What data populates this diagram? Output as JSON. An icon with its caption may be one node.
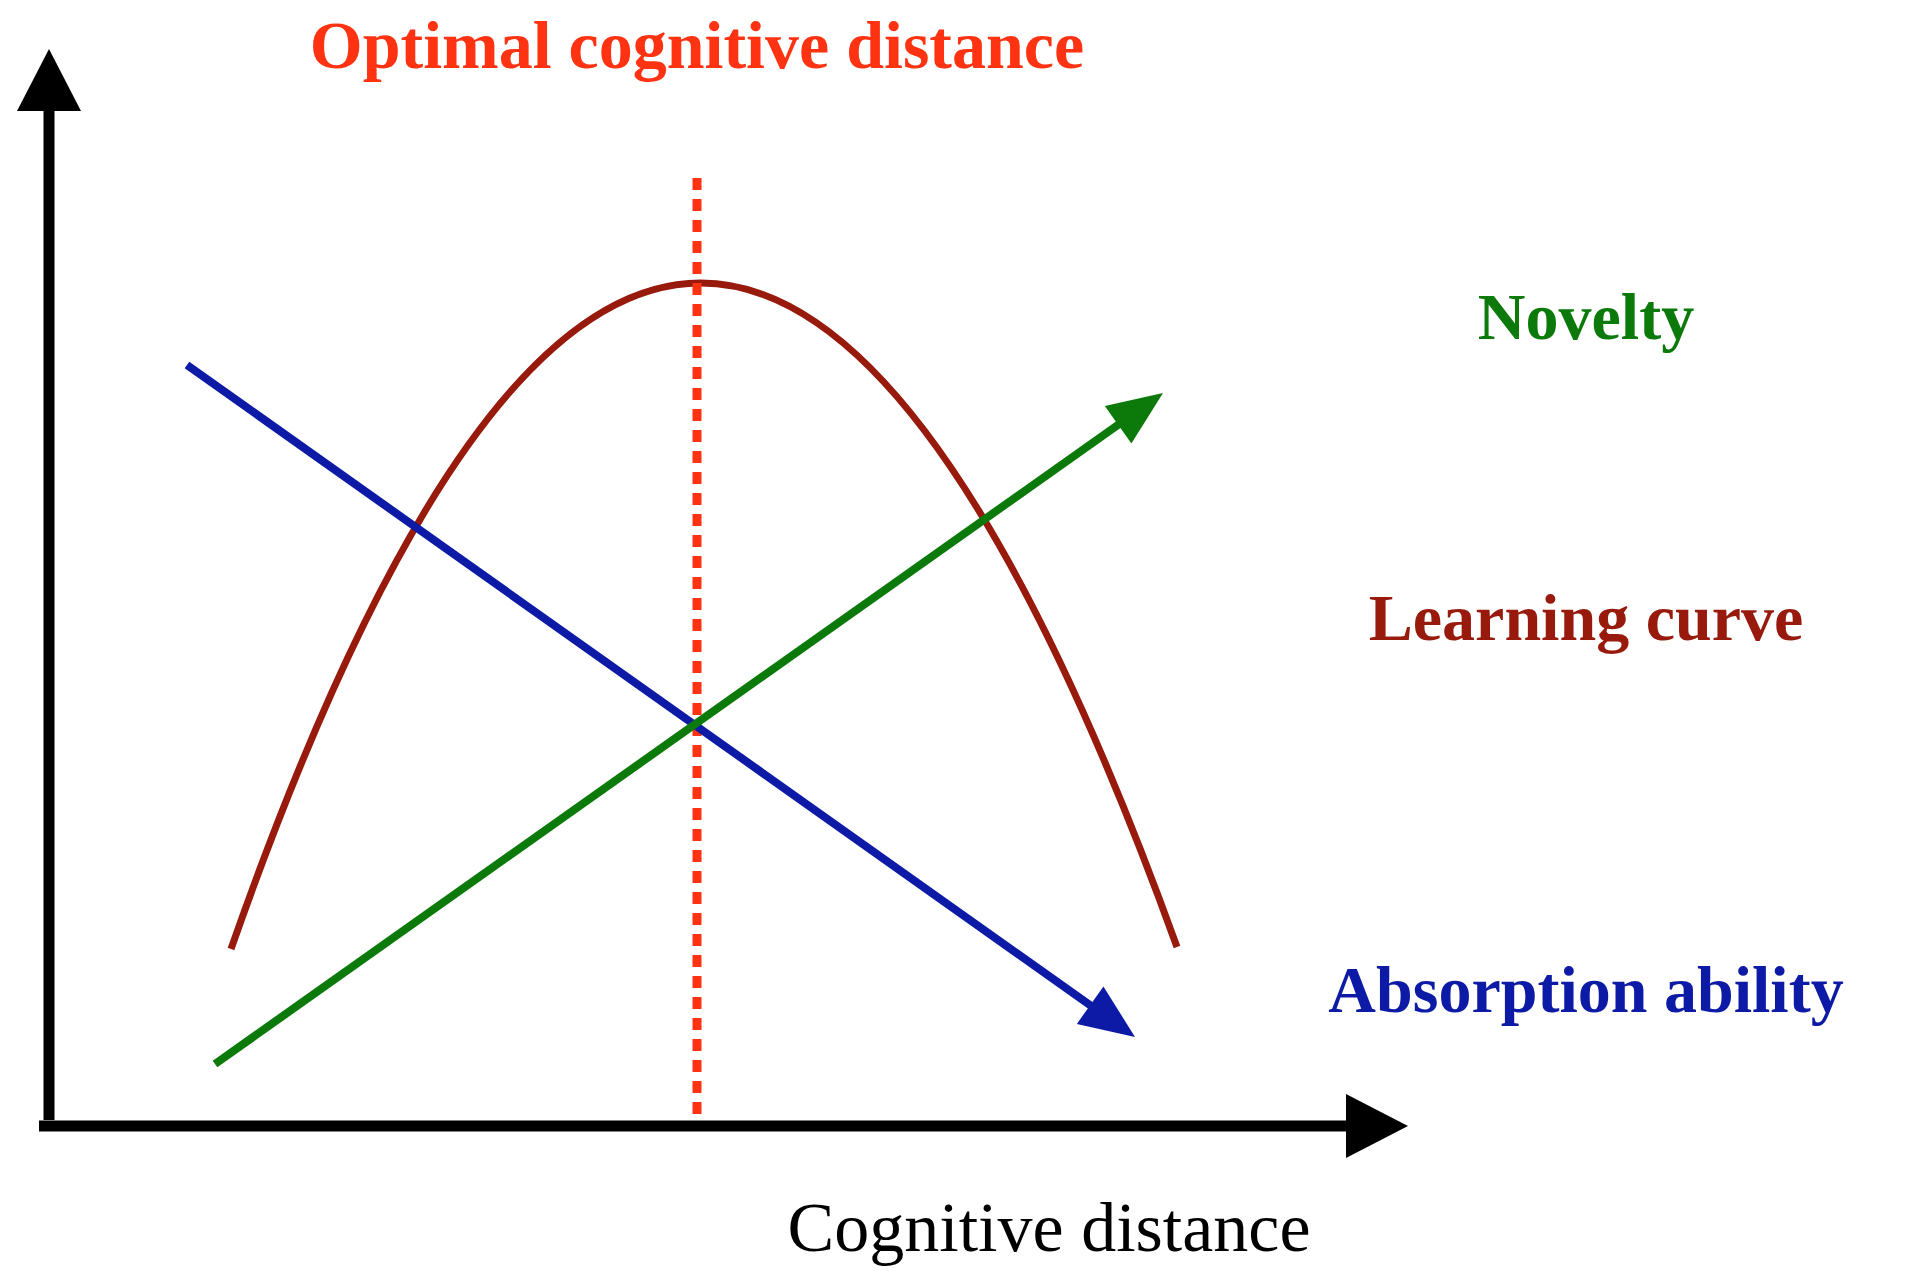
{
  "diagram": {
    "title": "Optimal cognitive distance",
    "labels": [
      "Novelty",
      "Learning curve",
      "Absorption ability",
      "Cognitive distance"
    ]
  }
}
